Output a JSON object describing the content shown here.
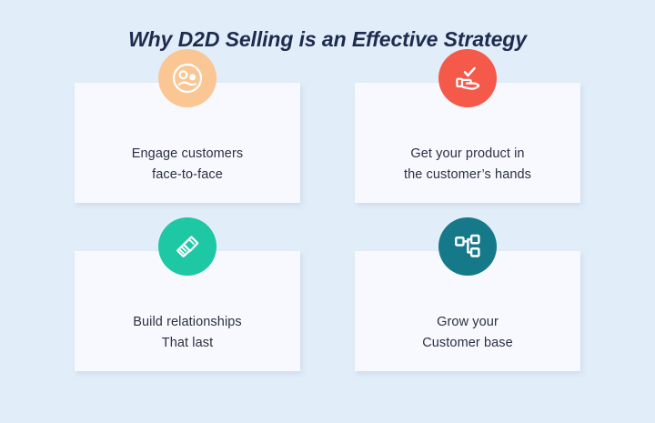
{
  "header": {
    "title": "Why D2D Selling is an Effective Strategy"
  },
  "theme": {
    "background": "#e1edf8",
    "card_background": "#f7f9fe",
    "title_color": "#1d2b4e",
    "body_text_color": "#2b3044"
  },
  "cards": [
    {
      "id": "engage-customers",
      "text": "Engage customers\nface-to-face",
      "icon": "people-faces-icon",
      "icon_color": "#f9c694"
    },
    {
      "id": "product-in-hands",
      "text": "Get your product in\nthe customer’s hands",
      "icon": "hand-check-icon",
      "icon_color": "#f4594a"
    },
    {
      "id": "build-relationships",
      "text": "Build relationships\nThat last",
      "icon": "handshake-icon",
      "icon_color": "#1fc8a5"
    },
    {
      "id": "grow-customer-base",
      "text": "Grow your\nCustomer base",
      "icon": "network-nodes-icon",
      "icon_color": "#15798a"
    }
  ]
}
